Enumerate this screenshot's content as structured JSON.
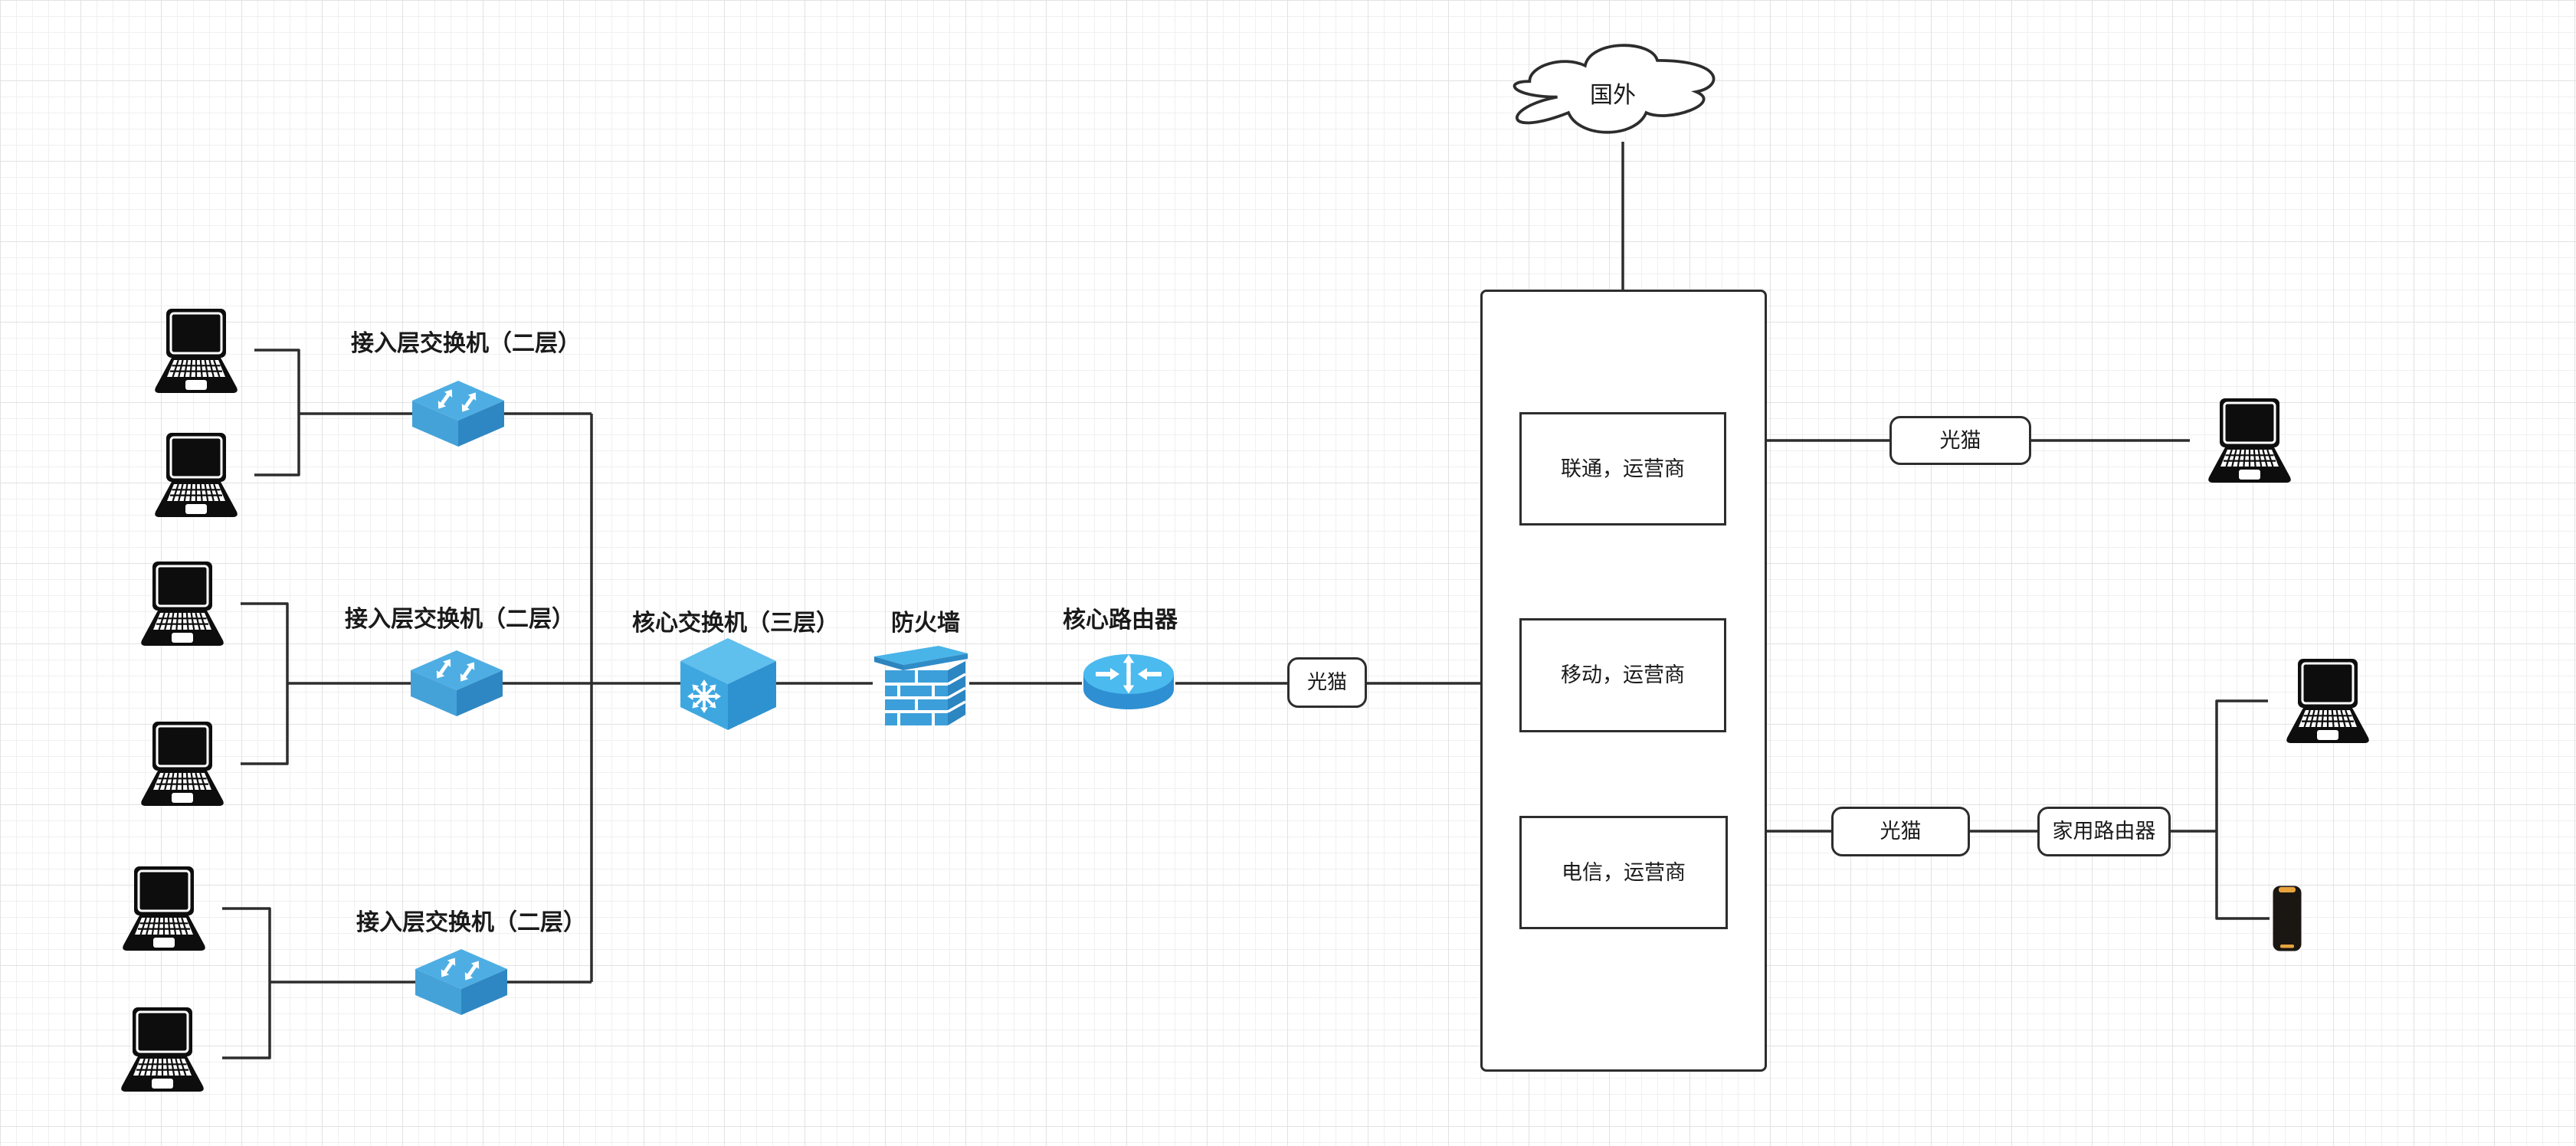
{
  "wan": {
    "cloud_label": "国外"
  },
  "access_groups": [
    {
      "label": "接入层交换机（二层）"
    },
    {
      "label": "接入层交换机（二层）"
    },
    {
      "label": "接入层交换机（二层）"
    }
  ],
  "core": {
    "switch_label": "核心交换机（三层）",
    "firewall_label": "防火墙",
    "router_label": "核心路由器",
    "modem_label": "光猫"
  },
  "isp_panel": {
    "providers": [
      {
        "name": "联通，运营商"
      },
      {
        "name": "移动，运营商"
      },
      {
        "name": "电信，运营商"
      }
    ]
  },
  "right_top": {
    "modem_label": "光猫"
  },
  "right_bottom": {
    "modem_label": "光猫",
    "home_router_label": "家用路由器"
  },
  "icons": {
    "cloud": "cloud-shape",
    "laptop": "laptop-icon",
    "access_switch": "l2-switch-icon",
    "core_switch": "l3-switch-cube-icon",
    "firewall": "firewall-brick-icon",
    "router": "router-cylinder-icon",
    "smartphone": "smartphone-icon"
  },
  "colors": {
    "connector": "#2d2d2d",
    "device_blue_top": "#5FBFED",
    "device_blue": "#3EA7E0",
    "device_blue_dark": "#2E8FC9",
    "laptop_black": "#0d0d0d",
    "phone_accent": "#E8A33D",
    "grid_minor": "#f0f0f0",
    "grid_major": "#e2e2e2"
  }
}
